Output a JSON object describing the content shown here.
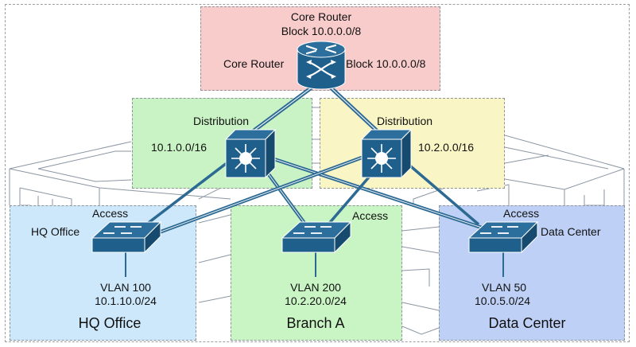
{
  "diagram": {
    "title": "Hierarchical network topology",
    "colors": {
      "device": "#1f5f8b",
      "device_dark": "#164a6e",
      "link": "#2c6a94",
      "core_zone": "#f9cccc",
      "dist1_zone": "#c9f3c4",
      "dist2_zone": "#f9f5c4",
      "hq_zone": "#cde8fb",
      "branch_zone": "#c9f5c4",
      "dc_zone": "#bed0f5"
    },
    "core": {
      "heading_line1": "Core Router",
      "heading_line2": "Block 10.0.0.0/8",
      "left_label": "Core Router",
      "right_label": "Block 10.0.0.0/8",
      "icon": "router-icon"
    },
    "distribution": [
      {
        "label": "Distribution",
        "subnet": "10.1.0.0/16",
        "icon": "multilayer-switch-icon"
      },
      {
        "label": "Distribution",
        "subnet": "10.2.0.0/16",
        "icon": "multilayer-switch-icon"
      }
    ],
    "access": [
      {
        "label": "Access",
        "side_label": "HQ Office",
        "vlan": "VLAN 100",
        "subnet": "10.1.10.0/24",
        "site": "HQ Office",
        "icon": "switch-icon"
      },
      {
        "label": "Access",
        "side_label": "",
        "vlan": "VLAN 200",
        "subnet": "10.2.20.0/24",
        "site": "Branch A",
        "icon": "switch-icon"
      },
      {
        "label": "Access",
        "side_label": "Data Center",
        "vlan": "VLAN 50",
        "subnet": "10.0.5.0/24",
        "site": "Data Center",
        "icon": "switch-icon"
      }
    ],
    "links": [
      {
        "from": "Core Router",
        "to": "Distribution 10.1.0.0/16"
      },
      {
        "from": "Core Router",
        "to": "Distribution 10.2.0.0/16"
      },
      {
        "from": "Distribution 10.1.0.0/16",
        "to": "Access HQ Office"
      },
      {
        "from": "Distribution 10.1.0.0/16",
        "to": "Access Branch A"
      },
      {
        "from": "Distribution 10.1.0.0/16",
        "to": "Access Data Center"
      },
      {
        "from": "Distribution 10.2.0.0/16",
        "to": "Access HQ Office"
      },
      {
        "from": "Distribution 10.2.0.0/16",
        "to": "Access Branch A"
      },
      {
        "from": "Distribution 10.2.0.0/16",
        "to": "Access Data Center"
      }
    ]
  }
}
